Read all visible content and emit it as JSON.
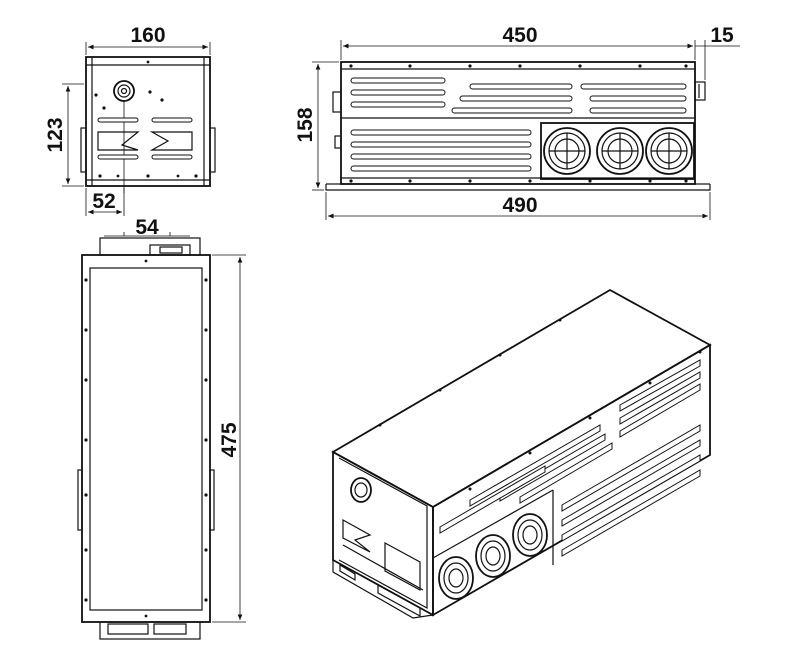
{
  "dimensions": {
    "front_width": "160",
    "front_height": "123",
    "front_offset": "52",
    "side_length": "450",
    "side_connector": "15",
    "side_height": "158",
    "side_total": "490",
    "top_width": "54",
    "top_length": "475"
  },
  "colors": {
    "line": "#111111",
    "background": "#ffffff"
  }
}
